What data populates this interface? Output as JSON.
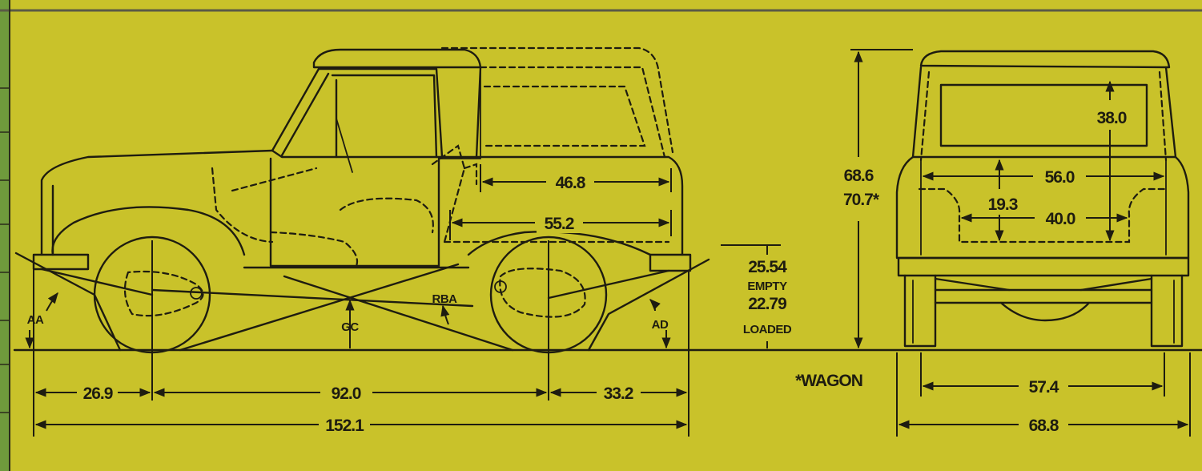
{
  "colors": {
    "background": "#c9c22a",
    "ink": "#1e1c10",
    "left_strip": "#6f9a3c",
    "top_edge": "#5a5a45"
  },
  "side_view": {
    "roof_length": "46.8",
    "cargo_length": "55.2",
    "front_overhang": "26.9",
    "wheelbase": "92.0",
    "rear_overhang": "33.2",
    "overall_length": "152.1",
    "approach_angle": "AA",
    "ground_clearance": "GC",
    "ramp_breakover_angle": "RBA",
    "departure_angle": "AD",
    "frame_height_empty": "25.54",
    "empty_label": "EMPTY",
    "frame_height_loaded": "22.79",
    "loaded_label": "LOADED"
  },
  "rear_view": {
    "overall_height": "68.6",
    "overall_height_wagon": "70.7*",
    "interior_height": "38.0",
    "interior_width": "56.0",
    "wheelhouse_height": "19.3",
    "between_wheelhouses": "40.0",
    "track": "57.4",
    "overall_width": "68.8"
  },
  "footnote": "*WAGON"
}
